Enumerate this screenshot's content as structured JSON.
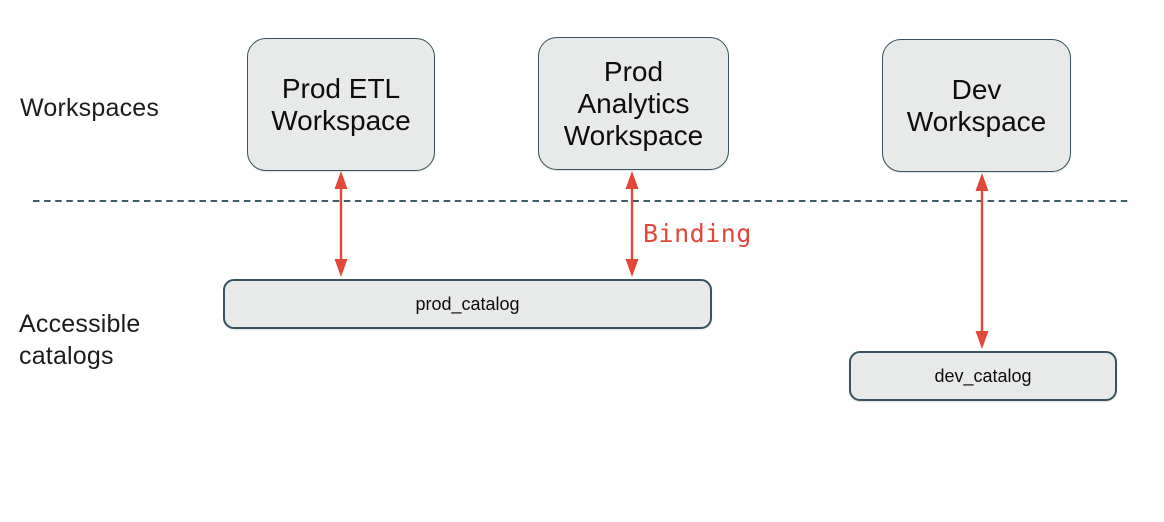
{
  "labels": {
    "workspaces": "Workspaces",
    "accessible_catalogs": "Accessible\ncatalogs"
  },
  "workspaces": [
    {
      "id": "prod-etl",
      "label": "Prod ETL\nWorkspace"
    },
    {
      "id": "prod-analytics",
      "label": "Prod\nAnalytics\nWorkspace"
    },
    {
      "id": "dev",
      "label": "Dev\nWorkspace"
    }
  ],
  "catalogs": [
    {
      "id": "prod-catalog",
      "label": "prod_catalog"
    },
    {
      "id": "dev-catalog",
      "label": "dev_catalog"
    }
  ],
  "binding_label": "Binding",
  "connections": [
    {
      "from": "Prod ETL Workspace",
      "to": "prod_catalog",
      "bidirectional": true
    },
    {
      "from": "Prod Analytics Workspace",
      "to": "prod_catalog",
      "bidirectional": true,
      "annotation": "Binding"
    },
    {
      "from": "Dev Workspace",
      "to": "dev_catalog",
      "bidirectional": true
    }
  ],
  "colors": {
    "box_fill": "#e8e9e9",
    "box_border": "#37535f",
    "divider": "#3f5d69",
    "arrow": "#e0483a",
    "text": "#1c1c1c"
  }
}
